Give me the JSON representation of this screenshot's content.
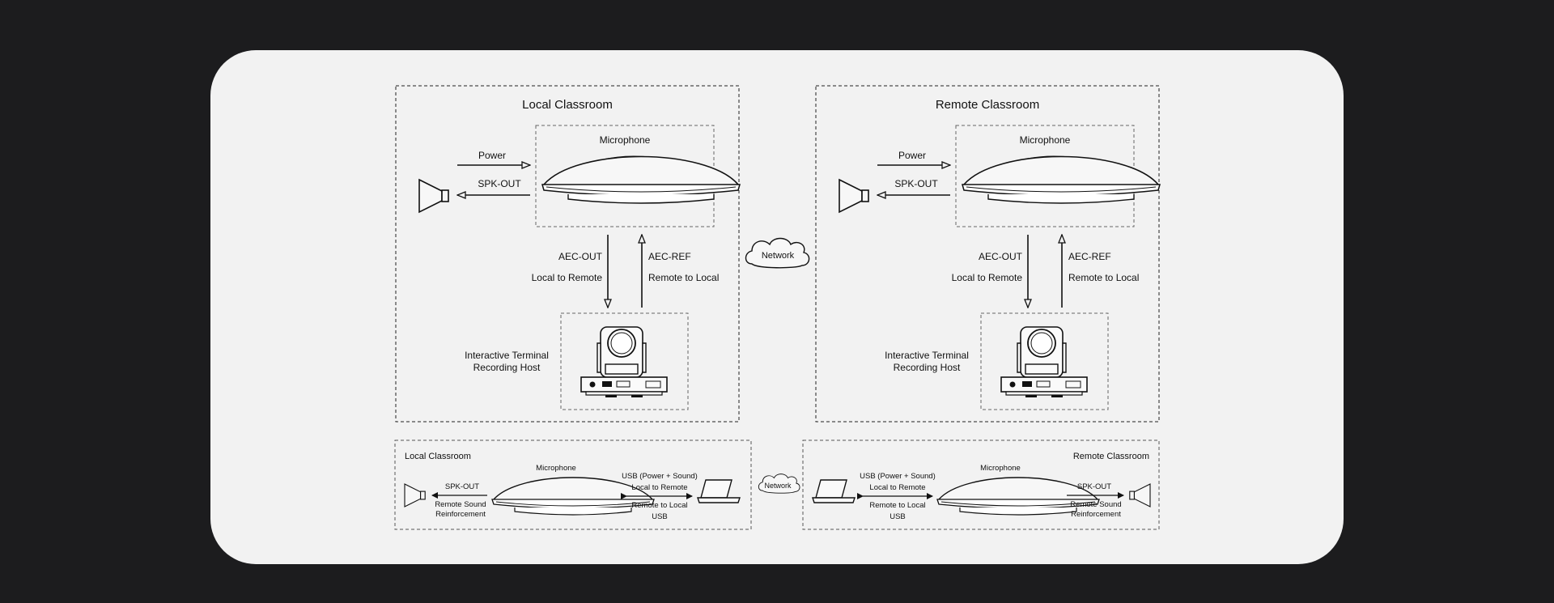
{
  "top": {
    "local": {
      "title": "Local Classroom",
      "microphone": "Microphone",
      "power": "Power",
      "spk_out": "SPK-OUT",
      "aec_out": "AEC-OUT",
      "local_to_remote": "Local to Remote",
      "aec_ref": "AEC-REF",
      "remote_to_local": "Remote to Local",
      "host_line1": "Interactive Terminal",
      "host_line2": "Recording Host"
    },
    "network": "Network",
    "remote": {
      "title": "Remote Classroom",
      "microphone": "Microphone",
      "power": "Power",
      "spk_out": "SPK-OUT",
      "aec_out": "AEC-OUT",
      "local_to_remote": "Local to Remote",
      "aec_ref": "AEC-REF",
      "remote_to_local": "Remote to Local",
      "host_line1": "Interactive Terminal",
      "host_line2": "Recording Host"
    }
  },
  "bottom": {
    "local": {
      "title": "Local Classroom",
      "microphone": "Microphone",
      "spk_out": "SPK-OUT",
      "reinforcement_line1": "Remote Sound",
      "reinforcement_line2": "Reinforcement",
      "usb_power_sound": "USB (Power + Sound)",
      "local_to_remote": "Local to Remote",
      "remote_to_local": "Remote to Local",
      "usb": "USB"
    },
    "network": "Network",
    "remote": {
      "title": "Remote Classroom",
      "microphone": "Microphone",
      "spk_out": "SPK-OUT",
      "reinforcement_line1": "Remote Sound",
      "reinforcement_line2": "Reinforcement",
      "usb_power_sound": "USB (Power + Sound)",
      "local_to_remote": "Local to Remote",
      "remote_to_local": "Remote to Local",
      "usb": "USB"
    }
  },
  "colors": {
    "background": "#1c1c1e",
    "card": "#f2f2f2",
    "ink": "#111111"
  }
}
